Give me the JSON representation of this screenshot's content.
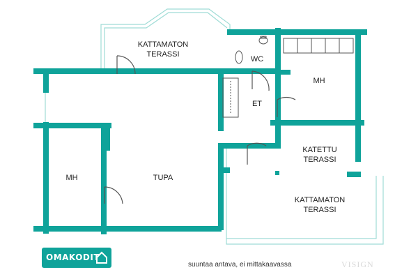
{
  "rooms": {
    "terrace_top": [
      "KATTAMATON",
      "TERASSI"
    ],
    "wc": "WC",
    "mh_right": "MH",
    "et": "ET",
    "katettu": [
      "KATETTU",
      "TERASSI"
    ],
    "tupa": "TUPA",
    "mh_left": "MH",
    "terrace_right": [
      "KATTAMATON",
      "TERASSI"
    ]
  },
  "brand": {
    "logo_text": "OMAKODIT"
  },
  "caption": "suuntaa antava, ei mittakaavassa",
  "watermark": "VISIGN",
  "colors": {
    "wall": "#0fa39a",
    "outline": "#9fdcd6",
    "fixture": "#555555"
  }
}
